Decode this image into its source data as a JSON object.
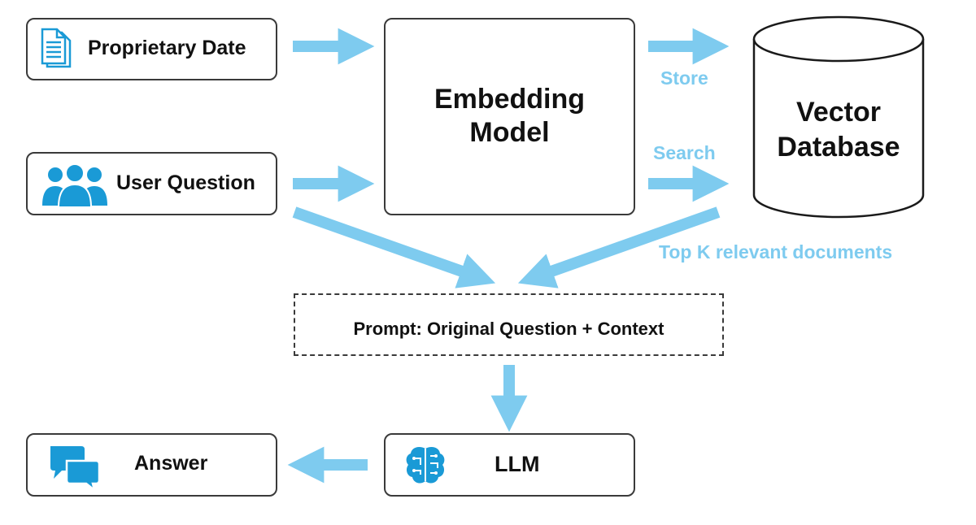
{
  "nodes": {
    "proprietary": {
      "label": "Proprietary Date",
      "icon": "document-icon"
    },
    "user_question": {
      "label": "User Question",
      "icon": "users-icon"
    },
    "embedding": {
      "line1": "Embedding",
      "line2": "Model"
    },
    "vector_db": {
      "line1": "Vector",
      "line2": "Database"
    },
    "prompt": {
      "label": "Prompt: Original Question + Context"
    },
    "llm": {
      "label": "LLM",
      "icon": "brain-icon"
    },
    "answer": {
      "label": "Answer",
      "icon": "chat-bubbles-icon"
    }
  },
  "edges": {
    "store": "Store",
    "search": "Search",
    "top_k": "Top K relevant documents"
  },
  "colors": {
    "arrow": "#7ecbef",
    "icon": "#1a9ad6",
    "border": "#3a3a3a"
  }
}
